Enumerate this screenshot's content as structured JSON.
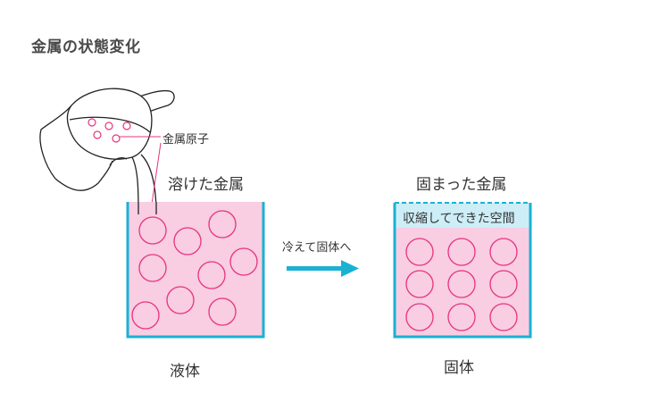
{
  "title": "金属の状態変化",
  "labels": {
    "metal_atom": "金属原子",
    "molten_metal": "溶けた金属",
    "solid_metal": "固まった金属",
    "shrink_space": "収縮してできた空間",
    "arrow_caption": "冷えて固体へ",
    "liquid": "液体",
    "solid": "固体"
  },
  "colors": {
    "container": "#1ab1d3",
    "fill_pink": "#f9cde2",
    "atom_stroke": "#e6347f",
    "space_fill": "#cdeef7",
    "arrow": "#1ab1d3",
    "ladle_stroke": "#222222"
  }
}
